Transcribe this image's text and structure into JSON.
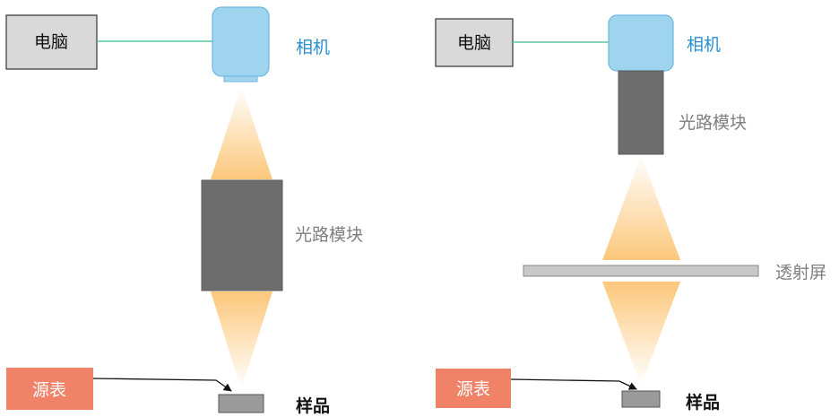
{
  "colors": {
    "camera_fill": "#9fd4ef",
    "camera_stroke": "#6fb6e3",
    "camera_label": "#2a8fd0",
    "link_line": "#5bc8a4",
    "module_fill": "#6d6d6d",
    "module_label": "#7f7f7f",
    "source_fill": "#f08268",
    "sample_fill": "#9a9a9a",
    "screen_fill": "#c8c8c8",
    "beam": "#fcc77a",
    "computer_fill": "#d9d9d9"
  },
  "left": {
    "computer": "电脑",
    "camera": "相机",
    "optics_module": "光路模块",
    "source_meter": "源表",
    "sample": "样品"
  },
  "right": {
    "computer": "电脑",
    "camera": "相机",
    "optics_module": "光路模块",
    "screen": "透射屏",
    "source_meter": "源表",
    "sample": "样品"
  }
}
